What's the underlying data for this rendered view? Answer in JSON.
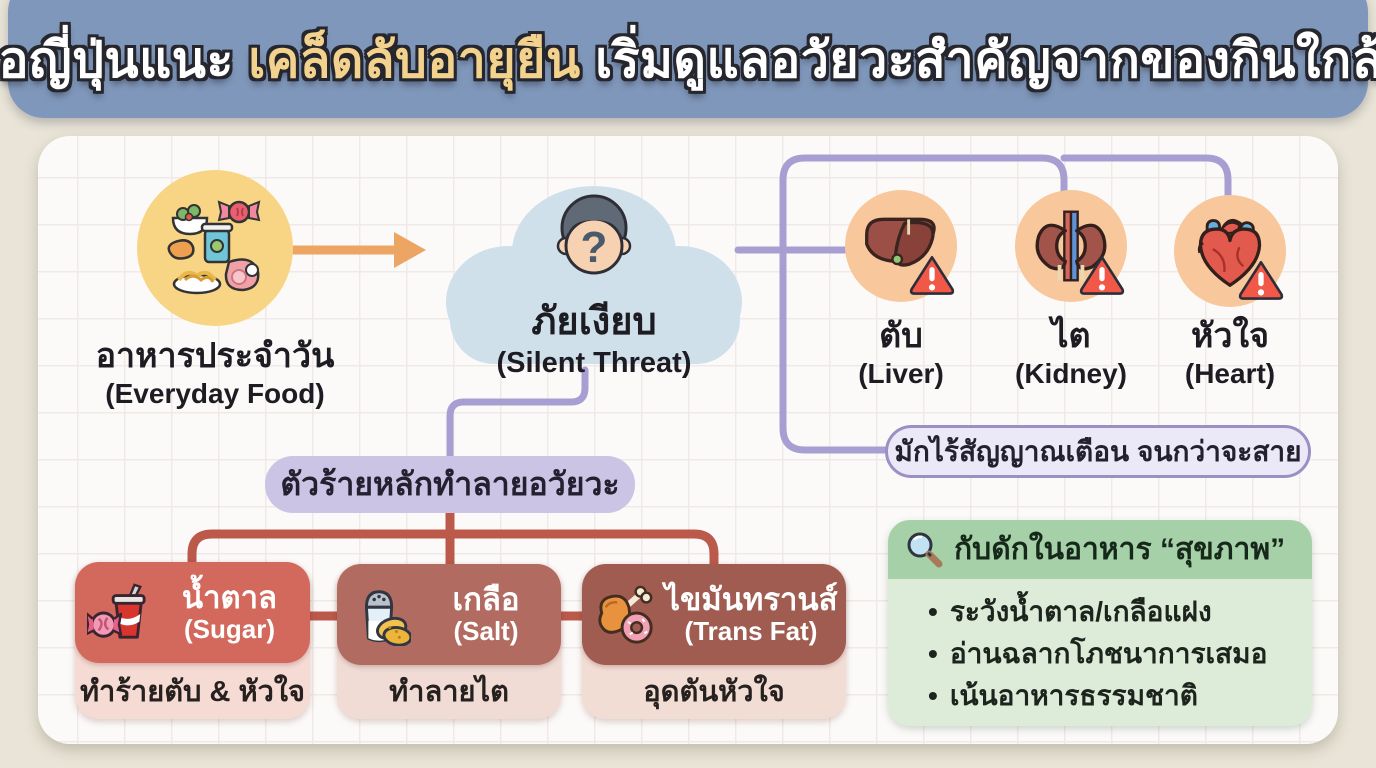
{
  "title": {
    "prefix": "หมอญี่ปุ่นแนะ",
    "highlight": "เคล็ดลับอายุยืน",
    "suffix": "เริ่มดูแลอวัยวะสำคัญจากของกินใกล้ตัว"
  },
  "everyday_food": {
    "label_th": "อาหารประจำวัน",
    "label_en": "(Everyday Food)",
    "icon": "food-plate-icon"
  },
  "silent_threat": {
    "label_th": "ภัยเงียบ",
    "label_en": "(Silent Threat)",
    "icon": "face-question-icon"
  },
  "organs": [
    {
      "label_th": "ตับ",
      "label_en": "(Liver)",
      "icon": "liver-icon",
      "badge": "warning-icon"
    },
    {
      "label_th": "ไต",
      "label_en": "(Kidney)",
      "icon": "kidney-icon",
      "badge": "warning-icon"
    },
    {
      "label_th": "หัวใจ",
      "label_en": "(Heart)",
      "icon": "heart-icon",
      "badge": "warning-icon"
    }
  ],
  "warning_note": "มักไร้สัญญาณเตือน จนกว่าจะสาย",
  "villains_header": "ตัวร้ายหลักทำลายอวัยวะ",
  "villains": [
    {
      "name_th": "น้ำตาล",
      "name_en": "(Sugar)",
      "effect": "ทำร้ายตับ & หัวใจ",
      "icon": "sugar-icon"
    },
    {
      "name_th": "เกลือ",
      "name_en": "(Salt)",
      "effect": "ทำลายไต",
      "icon": "salt-icon"
    },
    {
      "name_th": "ไขมันทรานส์",
      "name_en": "(Trans Fat)",
      "effect": "อุดตันหัวใจ",
      "icon": "trans-fat-icon"
    }
  ],
  "health_trap": {
    "title": "กับดักในอาหาร “สุขภาพ”",
    "icon": "magnifier-icon",
    "bullets": [
      "ระวังน้ำตาล/เกลือแฝง",
      "อ่านฉลากโภชนาการเสมอ",
      "เน้นอาหารธรรมชาติ"
    ]
  },
  "colors": {
    "background": "#e9e4d7",
    "banner_bg": "#7f97ba",
    "title_text": "#ffffff",
    "title_highlight": "#f3d28e",
    "card_bg": "#fcfaf9",
    "grid_line": "#f1e9e7",
    "arrow_orange": "#eda564",
    "food_circle": "#f8d584",
    "cloud": "#cfe0ea",
    "organ_circle": "#f8c79b",
    "connector_purple": "#a79fd2",
    "connector_red": "#bb5a4b",
    "note_box_fill": "#ebe8f8",
    "note_box_border": "#9b90c3",
    "villain_header_box": "#cbc4e5",
    "sugar_box": "#d3695c",
    "salt_box": "#b26b60",
    "transfat_box": "#a05c51",
    "sub_box": "#f4d9d3",
    "trap_header": "#a6d0a8",
    "trap_body": "#dcecd8",
    "warning_red": "#f25848"
  }
}
